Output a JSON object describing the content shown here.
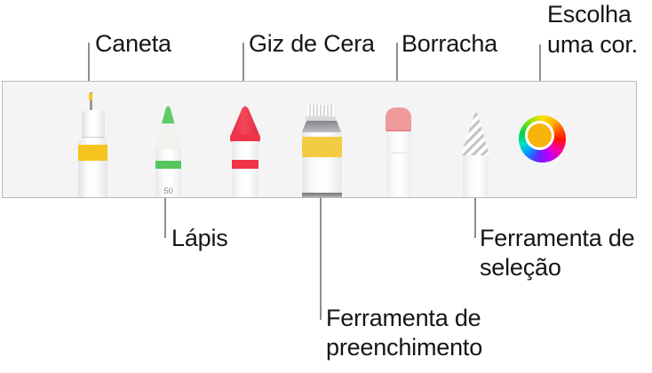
{
  "toolbar": {
    "tools": [
      {
        "id": "pen",
        "name": "Caneta"
      },
      {
        "id": "pencil",
        "name": "Lápis",
        "hardness": "50"
      },
      {
        "id": "crayon",
        "name": "Giz de Cera"
      },
      {
        "id": "fill",
        "name": "Ferramenta de preenchimento"
      },
      {
        "id": "eraser",
        "name": "Borracha"
      },
      {
        "id": "selection",
        "name": "Ferramenta de seleção"
      },
      {
        "id": "color_well",
        "name": "Escolha uma cor."
      }
    ]
  },
  "callouts": {
    "caneta": {
      "lines": [
        "Caneta"
      ]
    },
    "lapis": {
      "lines": [
        "Lápis"
      ]
    },
    "giz": {
      "lines": [
        "Giz de Cera"
      ]
    },
    "preenchimento": {
      "lines": [
        "Ferramenta de",
        "preenchimento"
      ]
    },
    "borracha": {
      "lines": [
        "Borracha"
      ]
    },
    "selecao": {
      "lines": [
        "Ferramenta de",
        "seleção"
      ]
    },
    "cor": {
      "lines": [
        "Escolha",
        "uma cor."
      ]
    }
  },
  "colors": {
    "pen_accent": "#F6C41F",
    "pencil_tip_green": "#5DCC67",
    "pencil_band_green": "#57C55F",
    "crayon_red": "#EE3447",
    "tube_yellow": "#F2CC42",
    "eraser_pink": "#EF9A9C",
    "selection_stripe_gray": "#C4C4C7",
    "color_well_center": "#F6B40D",
    "toolbar_bg": "#F4F4F5",
    "toolbar_border": "#BBBBBE",
    "callout_line": "#8E8E90",
    "label_text": "#161616"
  }
}
